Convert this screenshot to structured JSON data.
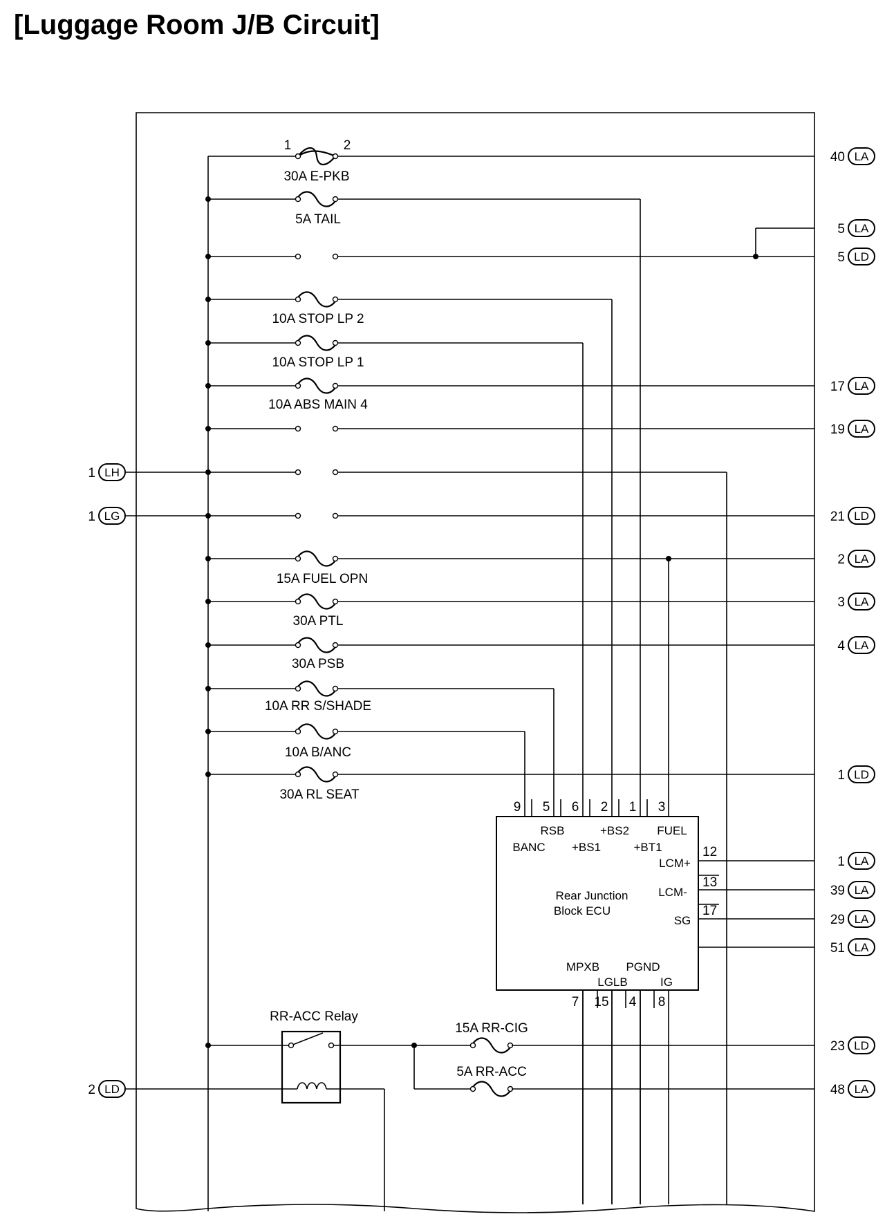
{
  "title": "[Luggage Room J/B Circuit]",
  "fuses": [
    {
      "id": "fuse-epkb",
      "label": "30A E-PKB",
      "pin_left": "1",
      "pin_right": "2"
    },
    {
      "id": "fuse-tail",
      "label": "5A TAIL"
    },
    {
      "id": "fuse-stop-lp-2",
      "label": "10A STOP LP 2"
    },
    {
      "id": "fuse-stop-lp-1",
      "label": "10A STOP LP 1"
    },
    {
      "id": "fuse-abs-main-4",
      "label": "10A ABS MAIN 4"
    },
    {
      "id": "fuse-fuel-opn",
      "label": "15A FUEL OPN"
    },
    {
      "id": "fuse-ptl",
      "label": "30A PTL"
    },
    {
      "id": "fuse-psb",
      "label": "30A PSB"
    },
    {
      "id": "fuse-rr-sshade",
      "label": "10A RR S/SHADE"
    },
    {
      "id": "fuse-banc",
      "label": "10A B/ANC"
    },
    {
      "id": "fuse-rl-seat",
      "label": "30A RL SEAT"
    },
    {
      "id": "fuse-rr-cig",
      "label": "15A RR-CIG"
    },
    {
      "id": "fuse-rr-acc",
      "label": "5A RR-ACC"
    }
  ],
  "relay": {
    "label": "RR-ACC Relay"
  },
  "ecu": {
    "name_line1": "Rear Junction",
    "name_line2": "Block ECU",
    "top_pins": [
      {
        "num": "9",
        "name": "BANC"
      },
      {
        "num": "5",
        "name": "RSB"
      },
      {
        "num": "6",
        "name": "+BS1"
      },
      {
        "num": "2",
        "name": "+BS2"
      },
      {
        "num": "1",
        "name": "+BT1"
      },
      {
        "num": "3",
        "name": "FUEL"
      }
    ],
    "right_pins": [
      {
        "num": "12",
        "name": "LCM+"
      },
      {
        "num": "13",
        "name": "LCM-"
      },
      {
        "num": "17",
        "name": "SG"
      }
    ],
    "bottom_pins": [
      {
        "num": "7",
        "name": "MPXB"
      },
      {
        "num": "15",
        "name": "LGLB"
      },
      {
        "num": "4",
        "name": "PGND"
      },
      {
        "num": "8",
        "name": "IG"
      }
    ]
  },
  "connectors_right": [
    {
      "num": "40",
      "code": "LA"
    },
    {
      "num": "5",
      "code": "LA"
    },
    {
      "num": "5",
      "code": "LD"
    },
    {
      "num": "17",
      "code": "LA"
    },
    {
      "num": "19",
      "code": "LA"
    },
    {
      "num": "21",
      "code": "LD"
    },
    {
      "num": "2",
      "code": "LA"
    },
    {
      "num": "3",
      "code": "LA"
    },
    {
      "num": "4",
      "code": "LA"
    },
    {
      "num": "1",
      "code": "LD"
    },
    {
      "num": "1",
      "code": "LA"
    },
    {
      "num": "39",
      "code": "LA"
    },
    {
      "num": "29",
      "code": "LA"
    },
    {
      "num": "51",
      "code": "LA"
    },
    {
      "num": "23",
      "code": "LD"
    },
    {
      "num": "48",
      "code": "LA"
    }
  ],
  "connectors_left": [
    {
      "num": "1",
      "code": "LH"
    },
    {
      "num": "1",
      "code": "LG"
    },
    {
      "num": "2",
      "code": "LD"
    }
  ]
}
